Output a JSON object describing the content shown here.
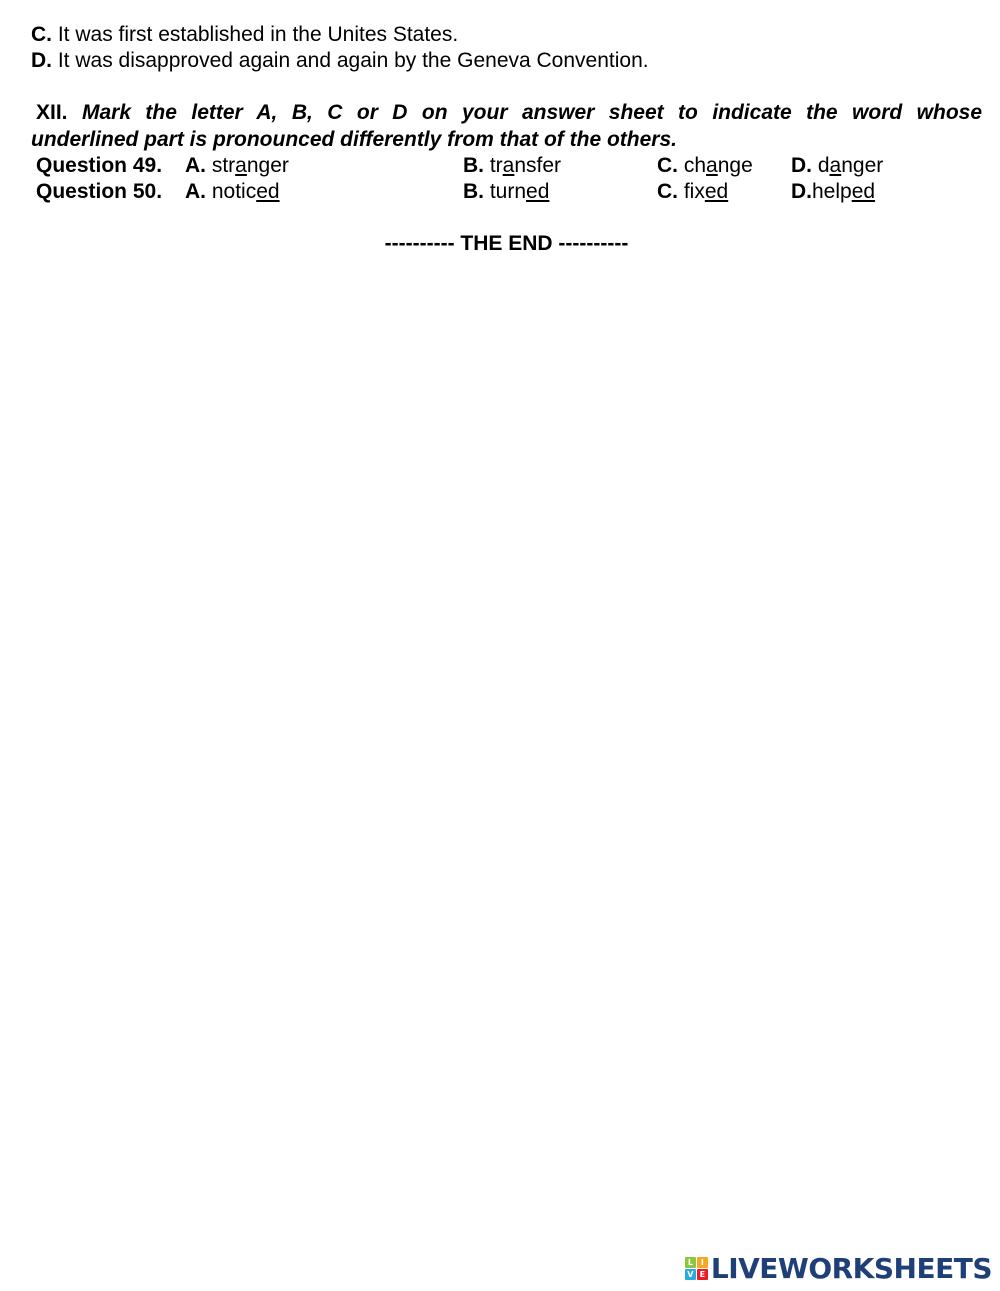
{
  "options_prev": [
    {
      "letter": "C.",
      "text": "It was first established in the Unites States."
    },
    {
      "letter": "D.",
      "text": "It was disapproved again and again by the Geneva Convention."
    }
  ],
  "section": {
    "number": "XII.",
    "instruction_line1": "Mark the letter A, B, C or D on your answer sheet to indicate the word whose",
    "instruction_line2": "underlined part is pronounced differently from that of the others."
  },
  "questions": [
    {
      "label": "Question 49.",
      "options": [
        {
          "letter": "A.",
          "pre": "str",
          "underlined": "a",
          "post": "nger"
        },
        {
          "letter": "B.",
          "pre": "tr",
          "underlined": "a",
          "post": "nsfer"
        },
        {
          "letter": "C.",
          "pre": "ch",
          "underlined": "a",
          "post": "nge"
        },
        {
          "letter": "D.",
          "pre": "d",
          "underlined": "a",
          "post": "nger"
        }
      ]
    },
    {
      "label": "Question 50.",
      "options": [
        {
          "letter": "A.",
          "pre": "notic",
          "underlined": "ed",
          "post": ""
        },
        {
          "letter": "B.",
          "pre": "turn",
          "underlined": "ed",
          "post": ""
        },
        {
          "letter": "C.",
          "pre": "fix",
          "underlined": "ed",
          "post": ""
        },
        {
          "letter": "D.",
          "pre": "help",
          "underlined": "ed",
          "post": ""
        }
      ]
    }
  ],
  "end_text": "---------- THE END ----------",
  "logo": {
    "text": "LIVEWORKSHEETS",
    "tiles": [
      {
        "letter": "L",
        "color": "#8dc63f"
      },
      {
        "letter": "I",
        "color": "#f7a823"
      },
      {
        "letter": "V",
        "color": "#29abe2"
      },
      {
        "letter": "E",
        "color": "#ed1c24"
      }
    ],
    "text_color": "#1e3f78"
  }
}
